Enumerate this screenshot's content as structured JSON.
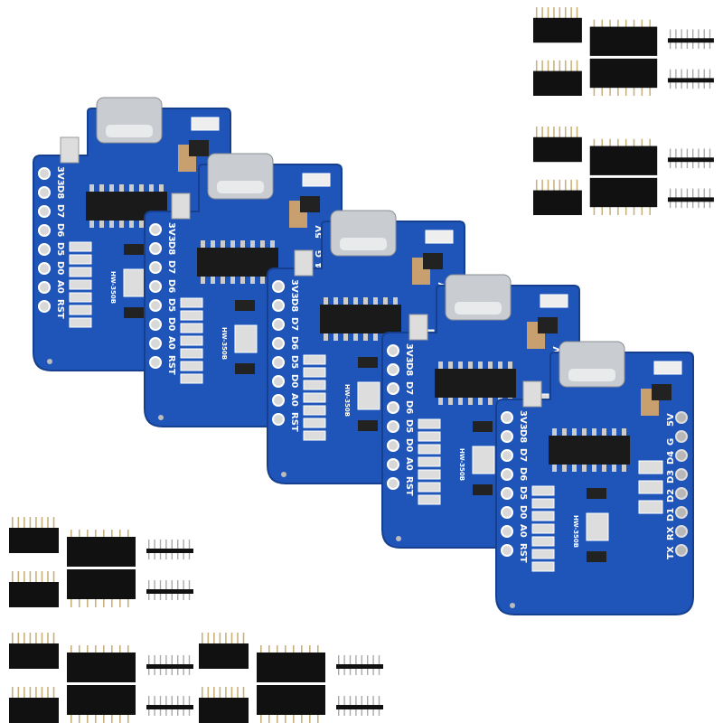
{
  "product": {
    "board_model": "HW-350B",
    "board_count": 5,
    "left_pins": [
      "3V3",
      "D8",
      "D7",
      "D6",
      "D5",
      "D0",
      "A0",
      "RST"
    ],
    "right_pins": [
      "5V",
      "G",
      "D4",
      "D3",
      "D2",
      "D1",
      "RX",
      "TX"
    ],
    "header_kit_count": 5
  },
  "colors": {
    "pcb": "#1f55b8",
    "pcb_edge": "#16408f",
    "silkscreen": "#ffffff",
    "header": "#111111",
    "pin": "#c9b27a",
    "usb": "#c9ccd1",
    "chip": "#1a1a1a",
    "background": "#ffffff"
  }
}
